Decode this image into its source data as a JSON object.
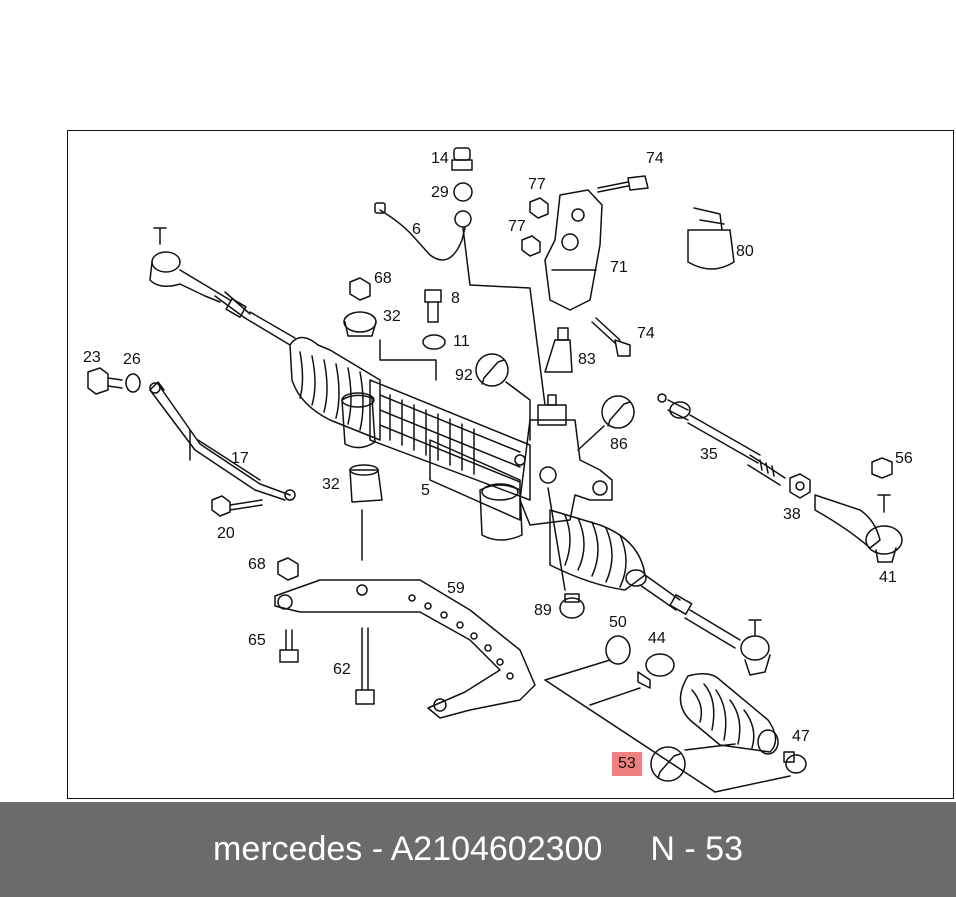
{
  "callouts": {
    "c14": "14",
    "c29": "29",
    "c77a": "77",
    "c74a": "74",
    "c6": "6",
    "c77b": "77",
    "c80": "80",
    "c71": "71",
    "c68a": "68",
    "c8": "8",
    "c32a": "32",
    "c11": "11",
    "c74b": "74",
    "c23": "23",
    "c26": "26",
    "c92": "92",
    "c83": "83",
    "c86": "86",
    "c17": "17",
    "c35": "35",
    "c56": "56",
    "c32b": "32",
    "c5": "5",
    "c38": "38",
    "c20": "20",
    "c41": "41",
    "c68b": "68",
    "c59": "59",
    "c89": "89",
    "c50": "50",
    "c44": "44",
    "c65": "65",
    "c62": "62",
    "c47": "47",
    "c53": "53"
  },
  "highlight_color": "#f08080",
  "footer": {
    "brand": "mercedes - A2104602300",
    "ref": "N - 53"
  }
}
